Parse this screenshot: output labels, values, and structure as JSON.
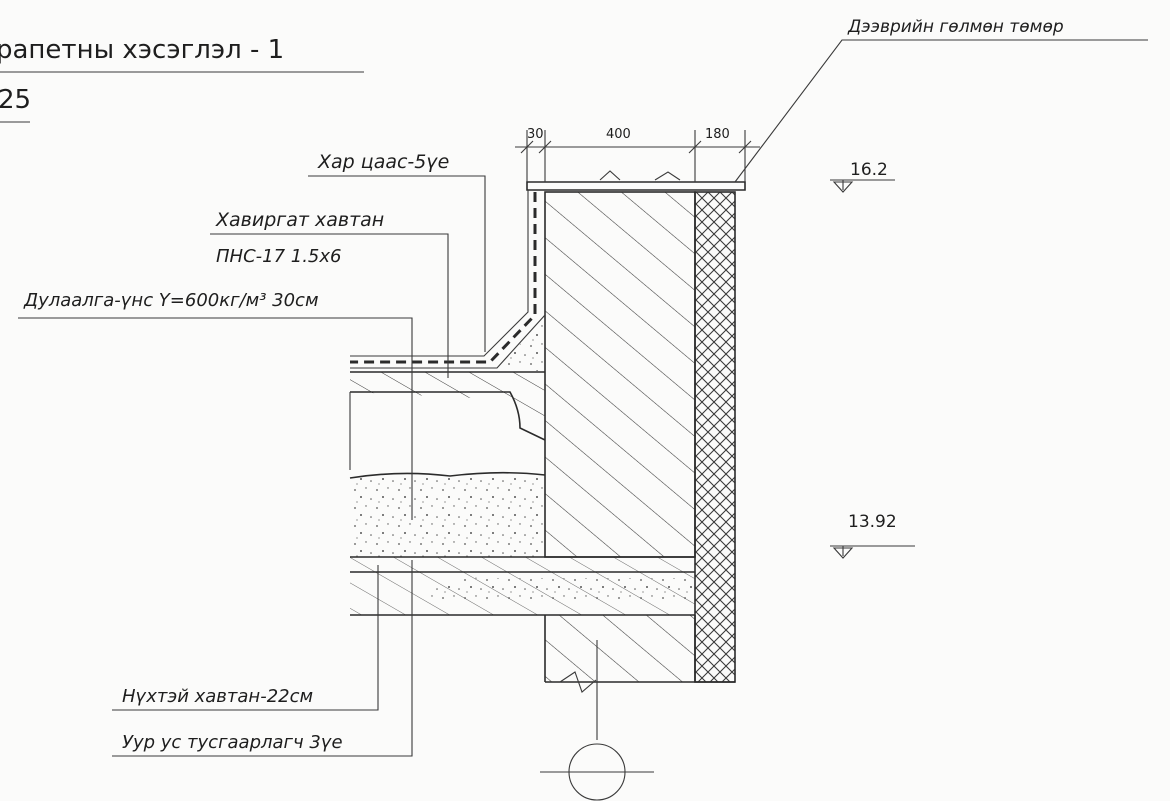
{
  "title": {
    "line1": "рапетны хэсэглэл - 1",
    "line2": "25"
  },
  "labels": {
    "roof_steel": "Дээврийн гөлмөн төмөр",
    "black_paper": "Хар цаас-5үе",
    "ribbed_slab_1": "Хавиргат хавтан",
    "ribbed_slab_2": "ПНС-17 1.5х6",
    "insulation": "Дулаалга-үнс Y=600кг/м³ 30см",
    "hollow_slab": "Нүхтэй хавтан-22см",
    "waterproof": "Уур ус тусгаарлагч 3үе"
  },
  "dimensions": [
    "30",
    "400",
    "180"
  ],
  "levels": {
    "top": "16.2",
    "bottom": "13.92"
  },
  "colors": {
    "ink": "#2b2b2b",
    "paper": "#fbfbfa"
  }
}
